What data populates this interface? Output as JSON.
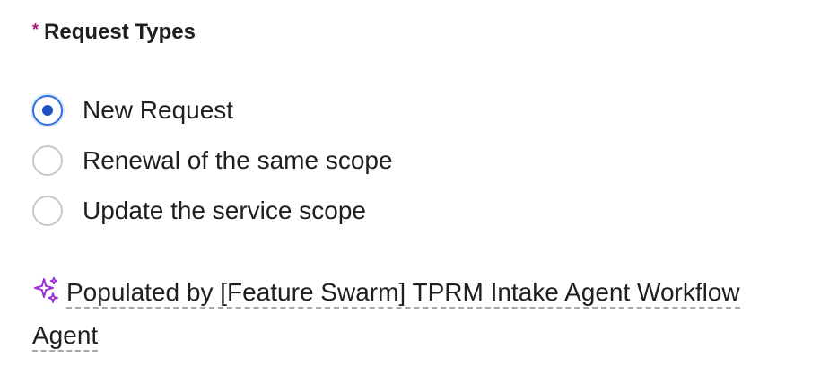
{
  "field": {
    "required_marker": "*",
    "label": "Request Types",
    "selected_index": 0,
    "options": [
      {
        "label": "New Request",
        "selected": true
      },
      {
        "label": "Renewal of the same scope",
        "selected": false
      },
      {
        "label": "Update the service scope",
        "selected": false
      }
    ]
  },
  "populated_note": {
    "icon": "sparkle-icon",
    "text": "Populated by [Feature Swarm] TPRM Intake Agent Workflow Agent"
  },
  "colors": {
    "required_marker": "#b0127a",
    "radio_selected": "#2f6fdd",
    "sparkle": "#9b2fd6",
    "dashed_underline": "#a8a8a8"
  }
}
